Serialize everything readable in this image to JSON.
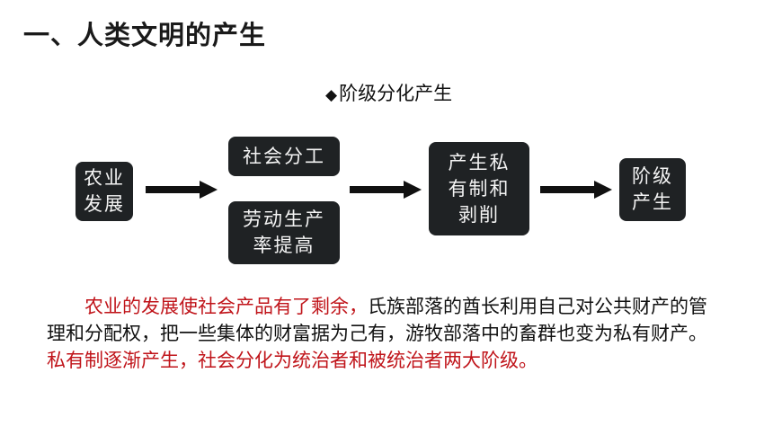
{
  "title": "一、人类文明的产生",
  "subtitle": {
    "bullet": "◆",
    "text": "阶级分化产生"
  },
  "flow": {
    "agriculture": "农业\n发展",
    "social_division": "社会分工",
    "productivity": "劳动生产\n率提高",
    "private_ownership": "产生私\n有制和\n剥削",
    "class": "阶级\n产生"
  },
  "paragraph": {
    "indent": "　　",
    "part1": "农业的发展使社会产品有了剩余，",
    "part2": "氏族部落的酋长利用自己对公共财产的管理和分配权，把一些集体的财富据为己有，游牧部落中的畜群也变为私有财产。",
    "part3": "私有制逐渐产生，社会分化为统治者和被统治者两大阶级。"
  },
  "colors": {
    "highlight": "#c0141a",
    "box": "#1f2224"
  }
}
